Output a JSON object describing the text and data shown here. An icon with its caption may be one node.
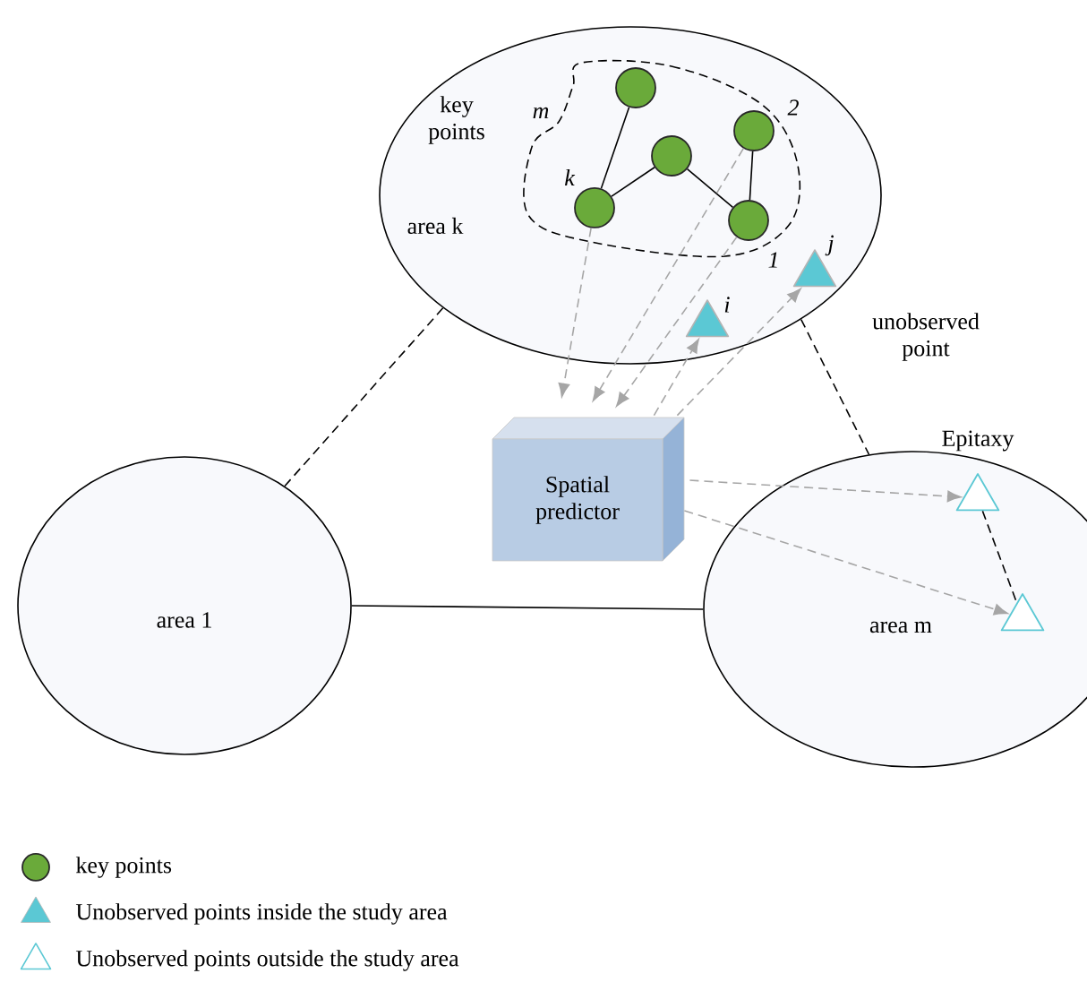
{
  "diagram": {
    "nodes": [
      {
        "text": [
          "area k"
        ]
      },
      {
        "text": [
          "m"
        ],
        "in": 0
      },
      {
        "text": [],
        "shape": "circle",
        "in": 1,
        "beside": [
          "k"
        ]
      },
      {
        "text": [],
        "shape": "circle",
        "in": 1
      },
      {
        "text": [],
        "shape": "circle",
        "in": 1
      },
      {
        "text": [],
        "shape": "circle",
        "in": 1,
        "beside": [
          "1"
        ]
      },
      {
        "text": [],
        "shape": "circle",
        "in": 1,
        "beside": [
          "2"
        ]
      },
      {
        "text": [],
        "shape": "triangle",
        "in": 0,
        "beside": [
          "i"
        ]
      },
      {
        "text": [],
        "shape": "triangle",
        "in": 0,
        "beside": [
          "j"
        ]
      },
      {
        "text": [
          "area 1"
        ]
      },
      {
        "text": [
          "Spatial predictor"
        ]
      },
      {
        "text": [
          "area m"
        ]
      },
      {
        "text": [],
        "shape": "triangle",
        "in": 11
      },
      {
        "text": [],
        "shape": "triangle",
        "in": 11
      }
    ],
    "edges": [
      {
        "from": 2,
        "to": 3,
        "arrow": "none"
      },
      {
        "from": 2,
        "to": 4,
        "arrow": "none"
      },
      {
        "from": 4,
        "to": 5,
        "arrow": "none"
      },
      {
        "from": 5,
        "to": 6,
        "arrow": "none"
      },
      {
        "from": 2,
        "to": 10,
        "arrow": "to",
        "style": "dashed",
        "color": "#a6a6a6"
      },
      {
        "from": 5,
        "to": 10,
        "arrow": "to",
        "style": "dashed",
        "color": "#a6a6a6"
      },
      {
        "from": 6,
        "to": 10,
        "arrow": "to",
        "style": "dashed",
        "color": "#a6a6a6"
      },
      {
        "from": 10,
        "to": 7,
        "arrow": "to",
        "style": "dashed",
        "color": "#a6a6a6"
      },
      {
        "from": 10,
        "to": 8,
        "arrow": "to",
        "style": "dashed",
        "color": "#a6a6a6"
      },
      {
        "from": 10,
        "to": 12,
        "arrow": "to",
        "style": "dashed",
        "color": "#a6a6a6"
      },
      {
        "from": 10,
        "to": 13,
        "arrow": "to",
        "style": "dashed",
        "color": "#a6a6a6"
      },
      {
        "from": 12,
        "to": 13,
        "arrow": "none",
        "style": "dashed"
      },
      {
        "from": 0,
        "to": 9,
        "arrow": "none",
        "style": "dashed"
      },
      {
        "from": 0,
        "to": 11,
        "arrow": "none",
        "style": "dashed"
      },
      {
        "from": 9,
        "to": 11,
        "arrow": "none"
      }
    ],
    "labels": [
      "key points",
      "unobserved point",
      "Epitaxy"
    ],
    "legend": [
      {
        "text": "key points"
      },
      {
        "text": "Unobserved points inside the study area"
      },
      {
        "text": "Unobserved points outside the study area"
      }
    ]
  }
}
